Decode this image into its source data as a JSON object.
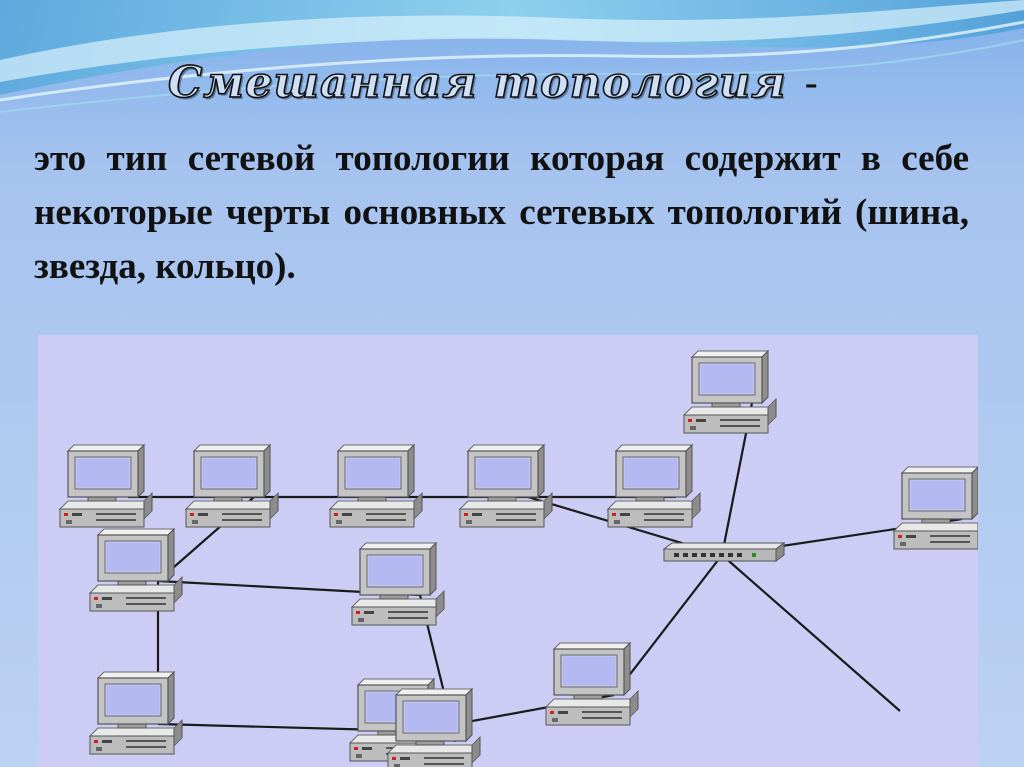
{
  "slide": {
    "title": "Смешанная топология",
    "title_suffix": "-",
    "description": "это тип сетевой топологии которая содержит в себе некоторые черты основных сетевых топологий (шина, звезда, кольцо)."
  },
  "diagram": {
    "background_color": "#ccccf4",
    "link_color": "#1a1a1a",
    "nodes": [
      {
        "id": "pc-1",
        "kind": "computer"
      },
      {
        "id": "pc-2",
        "kind": "computer"
      },
      {
        "id": "pc-3",
        "kind": "computer"
      },
      {
        "id": "pc-4",
        "kind": "computer"
      },
      {
        "id": "pc-5",
        "kind": "computer"
      },
      {
        "id": "pc-6",
        "kind": "computer"
      },
      {
        "id": "pc-7",
        "kind": "computer"
      },
      {
        "id": "pc-8",
        "kind": "computer"
      },
      {
        "id": "pc-9",
        "kind": "computer"
      },
      {
        "id": "pc-10",
        "kind": "computer"
      },
      {
        "id": "pc-11",
        "kind": "computer"
      },
      {
        "id": "pc-12",
        "kind": "computer"
      },
      {
        "id": "pc-13",
        "kind": "computer"
      },
      {
        "id": "hub-1",
        "kind": "switch"
      }
    ],
    "links": [
      [
        "pc-1",
        "pc-2"
      ],
      [
        "pc-2",
        "pc-3"
      ],
      [
        "pc-3",
        "pc-4"
      ],
      [
        "pc-4",
        "pc-5"
      ],
      [
        "pc-4",
        "hub-1"
      ],
      [
        "pc-2",
        "pc-6"
      ],
      [
        "pc-6",
        "pc-7"
      ],
      [
        "pc-6",
        "pc-8"
      ],
      [
        "pc-7",
        "pc-10"
      ],
      [
        "pc-8",
        "pc-9"
      ],
      [
        "pc-9",
        "pc-10"
      ],
      [
        "pc-10",
        "pc-11"
      ],
      [
        "pc-11",
        "hub-1"
      ],
      [
        "hub-1",
        "pc-12"
      ],
      [
        "hub-1",
        "pc-13"
      ],
      [
        "hub-1",
        "pc-14"
      ]
    ]
  }
}
